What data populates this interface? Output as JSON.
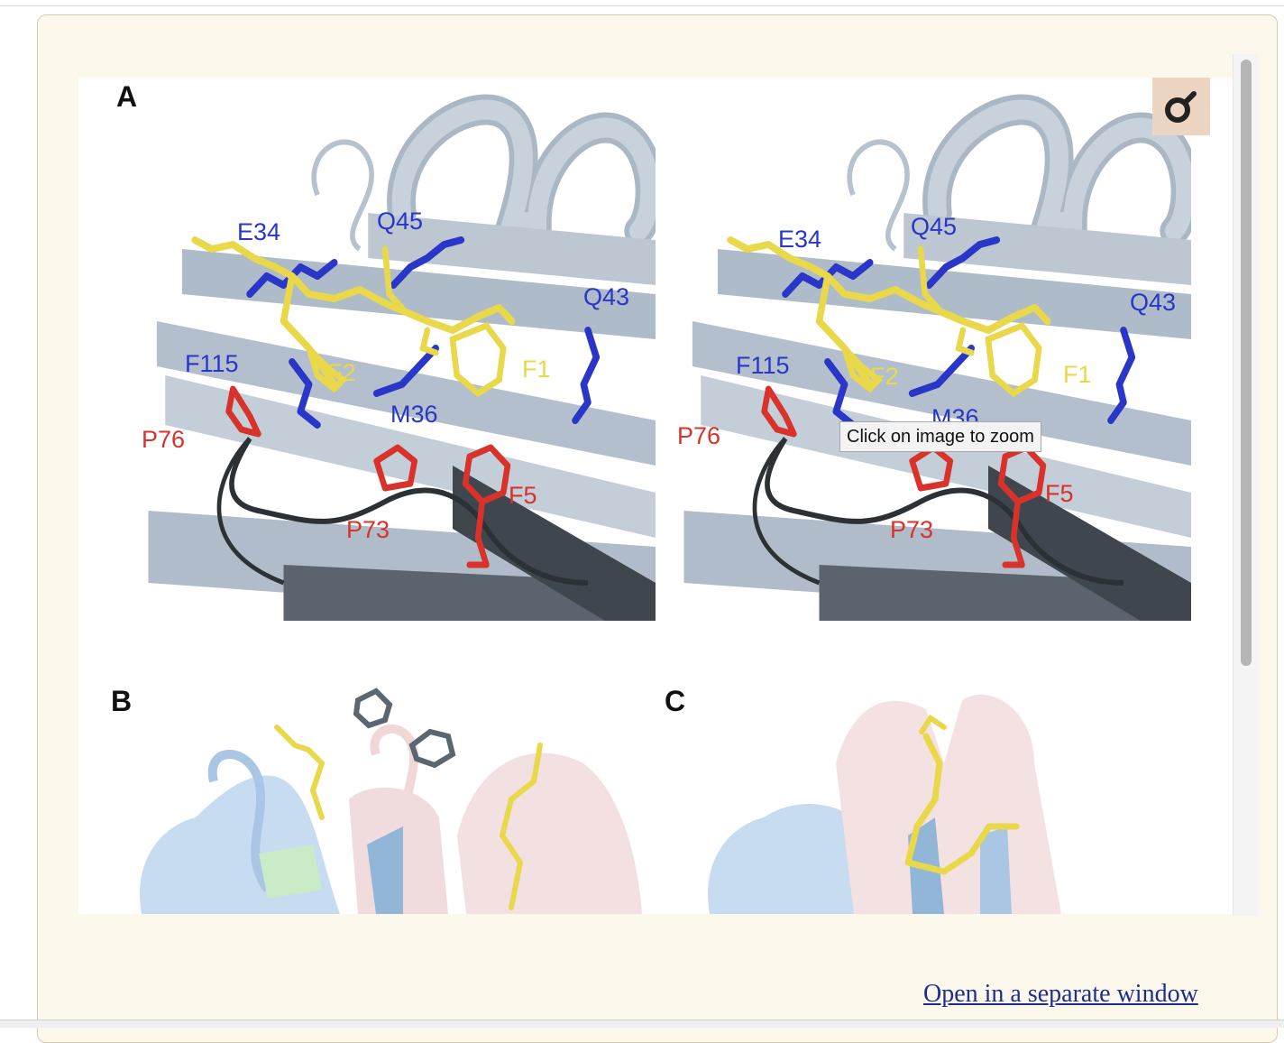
{
  "figure": {
    "panel_letters": {
      "a": "A",
      "b": "B",
      "c": "C"
    },
    "residues": {
      "e34": "E34",
      "q45": "Q45",
      "q43": "Q43",
      "f115": "F115",
      "m36": "M36",
      "f2": "F2",
      "f1": "F1",
      "p76": "P76",
      "p73": "P73",
      "f5": "F5"
    },
    "tooltip": "Click on image to zoom"
  },
  "zoom_button": {
    "icon": "magnifier-icon"
  },
  "link": {
    "open_separate": "Open in a separate window"
  },
  "colors": {
    "panel_bg": "#fdf8ec",
    "panel_border": "#e0c8ac",
    "link": "#1d2e8c",
    "ribbon": "#b9c5d1",
    "blue_residue": "#2a36c8",
    "yellow_ligand": "#e8d84a",
    "red_residue": "#d8322a"
  }
}
